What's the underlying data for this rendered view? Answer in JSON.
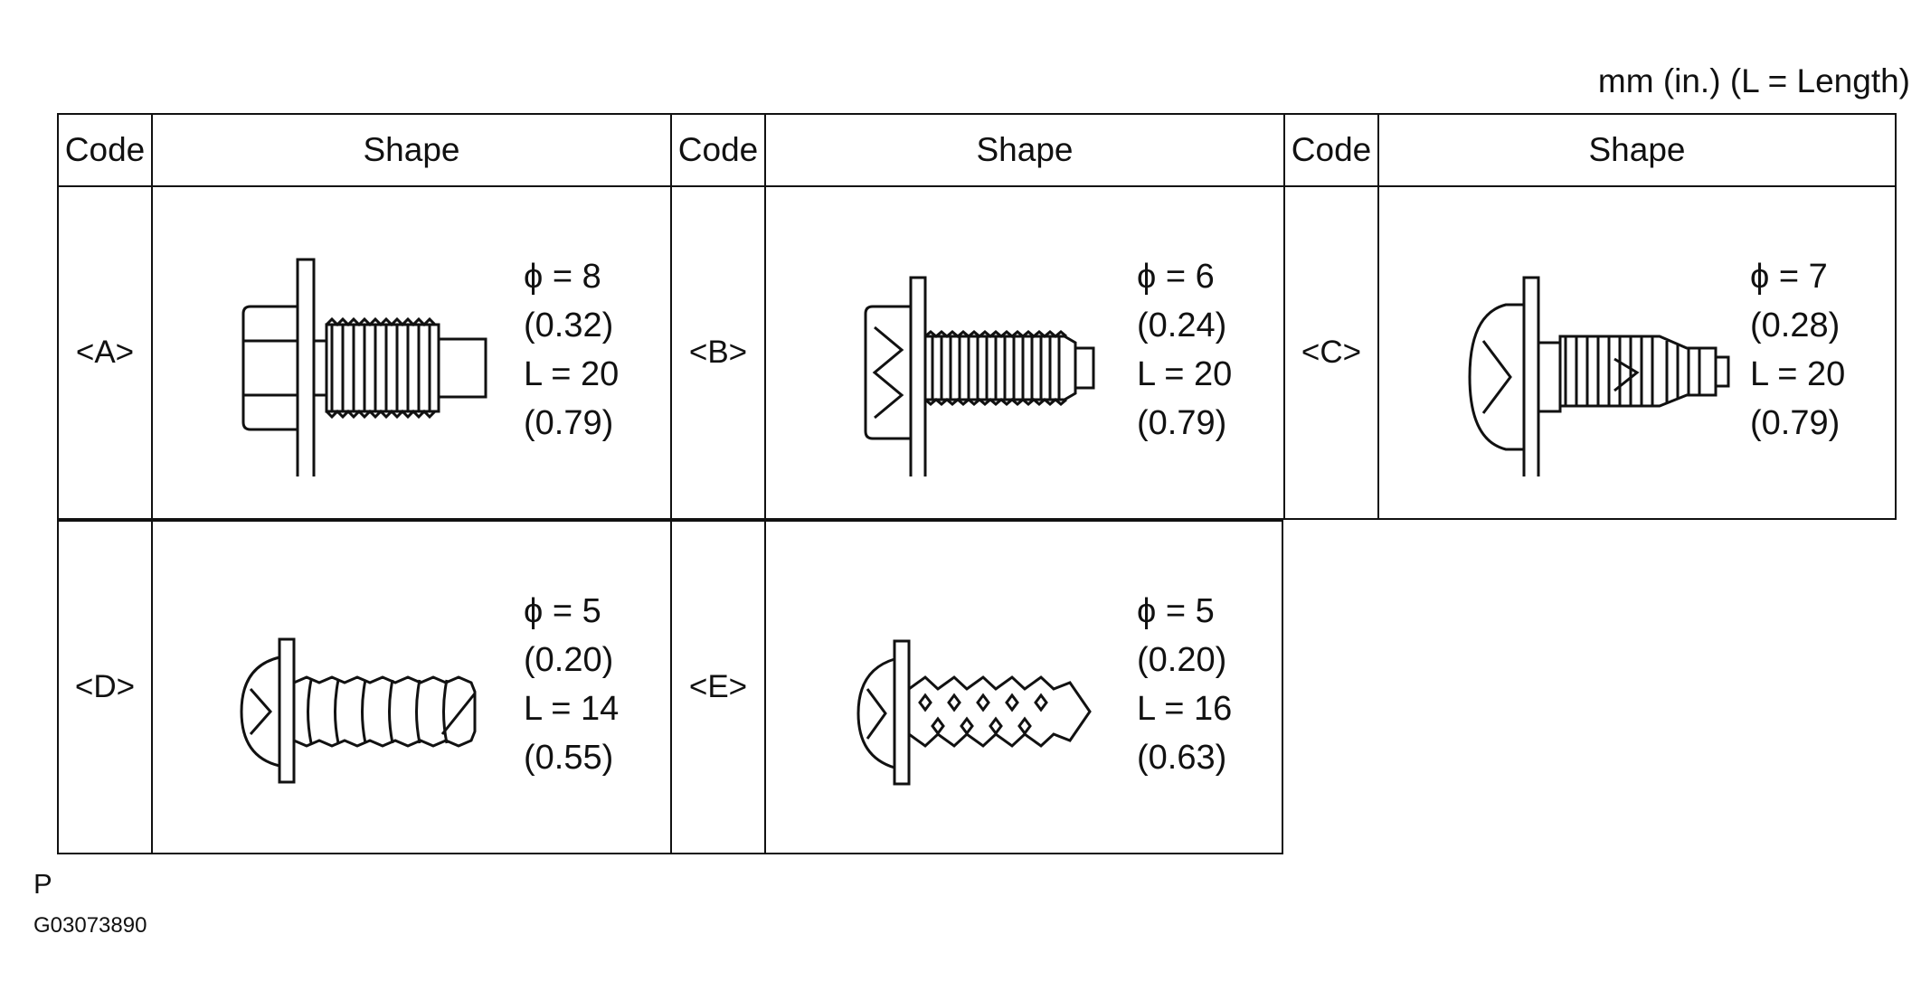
{
  "units_note": "mm (in.) (L = Length)",
  "headers": {
    "code": "Code",
    "shape": "Shape"
  },
  "bolts": [
    {
      "code": "<A>",
      "phi": "ϕ = 8",
      "phi_in": "(0.32)",
      "len": "L = 20",
      "len_in": "(0.79)",
      "icon": "hex-flange-bolt-icon"
    },
    {
      "code": "<B>",
      "phi": "ϕ = 6",
      "phi_in": "(0.24)",
      "len": "L = 20",
      "len_in": "(0.79)",
      "icon": "hex-washer-bolt-icon"
    },
    {
      "code": "<C>",
      "phi": "ϕ = 7",
      "phi_in": "(0.28)",
      "len": "L = 20",
      "len_in": "(0.79)",
      "icon": "pan-head-tapping-bolt-icon"
    },
    {
      "code": "<D>",
      "phi": "ϕ = 5",
      "phi_in": "(0.20)",
      "len": "L = 14",
      "len_in": "(0.55)",
      "icon": "round-head-screw-icon"
    },
    {
      "code": "<E>",
      "phi": "ϕ = 5",
      "phi_in": "(0.20)",
      "len": "L = 16",
      "len_in": "(0.63)",
      "icon": "pointed-tapping-screw-icon"
    }
  ],
  "footer": {
    "letter": "P",
    "figure_id": "G03073890"
  }
}
